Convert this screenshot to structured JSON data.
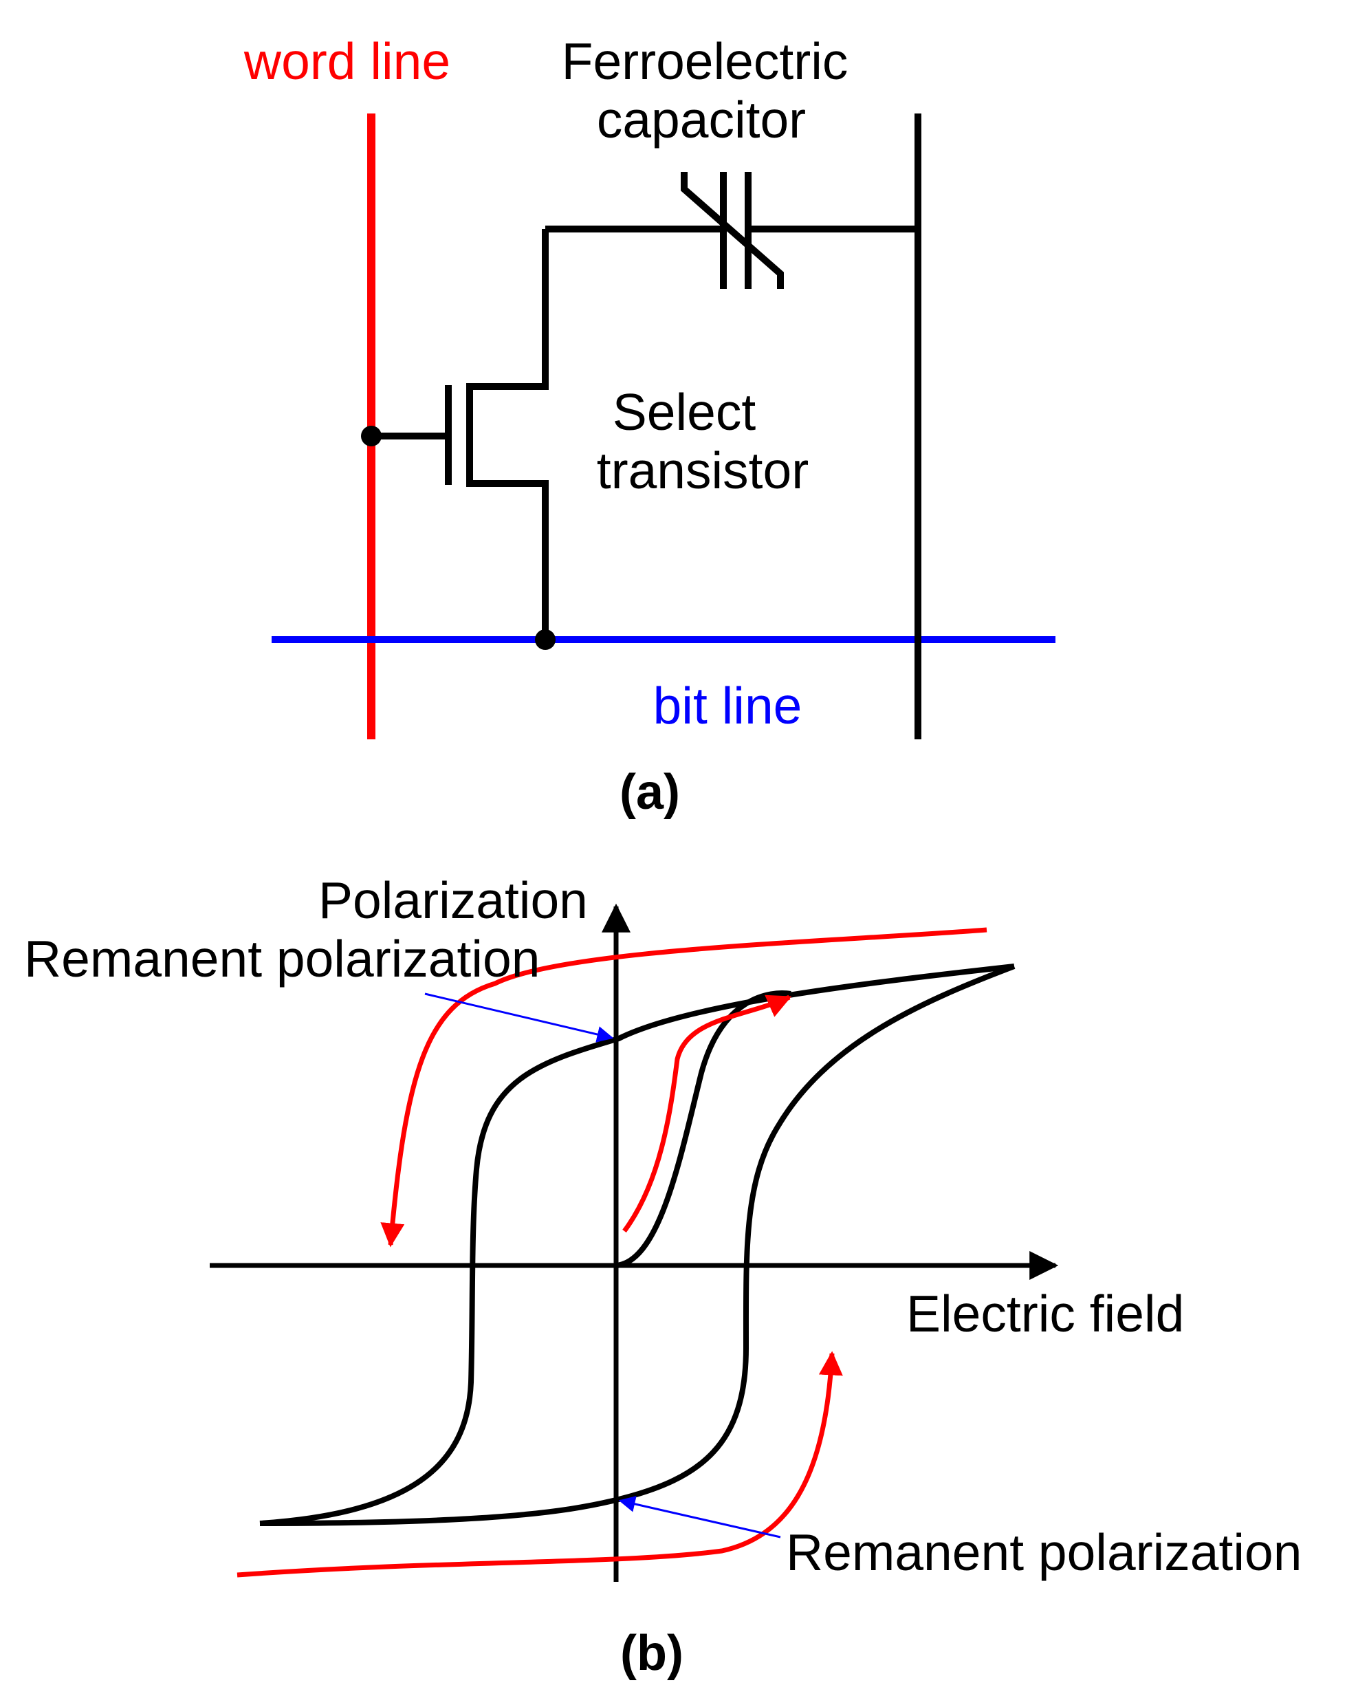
{
  "panel_a": {
    "word_line_label": "word line",
    "capacitor_label_line1": "Ferroelectric",
    "capacitor_label_line2": "capacitor",
    "transistor_label_line1": "Select",
    "transistor_label_line2": "transistor",
    "bit_line_label": "bit line",
    "caption": "(a)"
  },
  "panel_b": {
    "y_axis_label": "Polarization",
    "x_axis_label": "Electric field",
    "remanent_upper_label": "Remanent polarization",
    "remanent_lower_label": "Remanent polarization",
    "caption": "(b)"
  },
  "colors": {
    "word_line": "#ff0000",
    "bit_line": "#0000ff",
    "circuit": "#000000",
    "hysteresis": "#000000",
    "direction_arrows": "#ff0000",
    "pointer_lines": "#0000ff"
  }
}
